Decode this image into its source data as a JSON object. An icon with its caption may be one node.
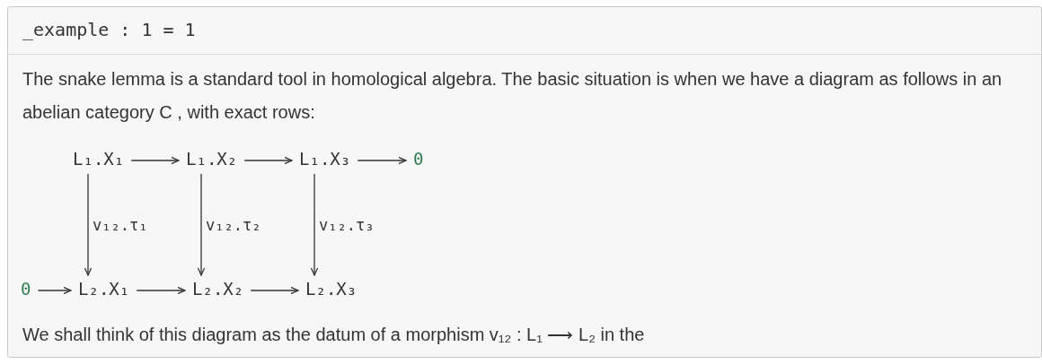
{
  "diagram": {
    "nodes": [
      {
        "text": [
          "L₁.X₁"
        ]
      },
      {
        "text": [
          "L₁.X₂"
        ]
      },
      {
        "text": [
          "L₁.X₃"
        ]
      },
      {
        "text": [
          "0"
        ]
      },
      {
        "text": [
          "0"
        ]
      },
      {
        "text": [
          "L₂.X₁"
        ]
      },
      {
        "text": [
          "L₂.X₂"
        ]
      },
      {
        "text": [
          "L₂.X₃"
        ]
      }
    ],
    "edges": [
      {
        "from": 0,
        "to": 1,
        "arrow": "to"
      },
      {
        "from": 1,
        "to": 2,
        "arrow": "to"
      },
      {
        "from": 2,
        "to": 3,
        "arrow": "to"
      },
      {
        "from": 0,
        "to": 5,
        "arrow": "to",
        "label": "v₁₂.τ₁"
      },
      {
        "from": 1,
        "to": 6,
        "arrow": "to",
        "label": "v₁₂.τ₂"
      },
      {
        "from": 2,
        "to": 7,
        "arrow": "to",
        "label": "v₁₂.τ₃"
      },
      {
        "from": 4,
        "to": 5,
        "arrow": "to"
      },
      {
        "from": 5,
        "to": 6,
        "arrow": "to"
      },
      {
        "from": 6,
        "to": 7,
        "arrow": "to"
      }
    ],
    "labels": [
      "_example : 1 = 1",
      "The snake lemma is a standard tool in homological algebra. The basic situation is when we have a diagram as follows in an abelian category C , with exact rows:",
      "We shall think of this diagram as the datum of a morphism v₁₂ : L₁ ⟶ L₂ in the"
    ]
  }
}
